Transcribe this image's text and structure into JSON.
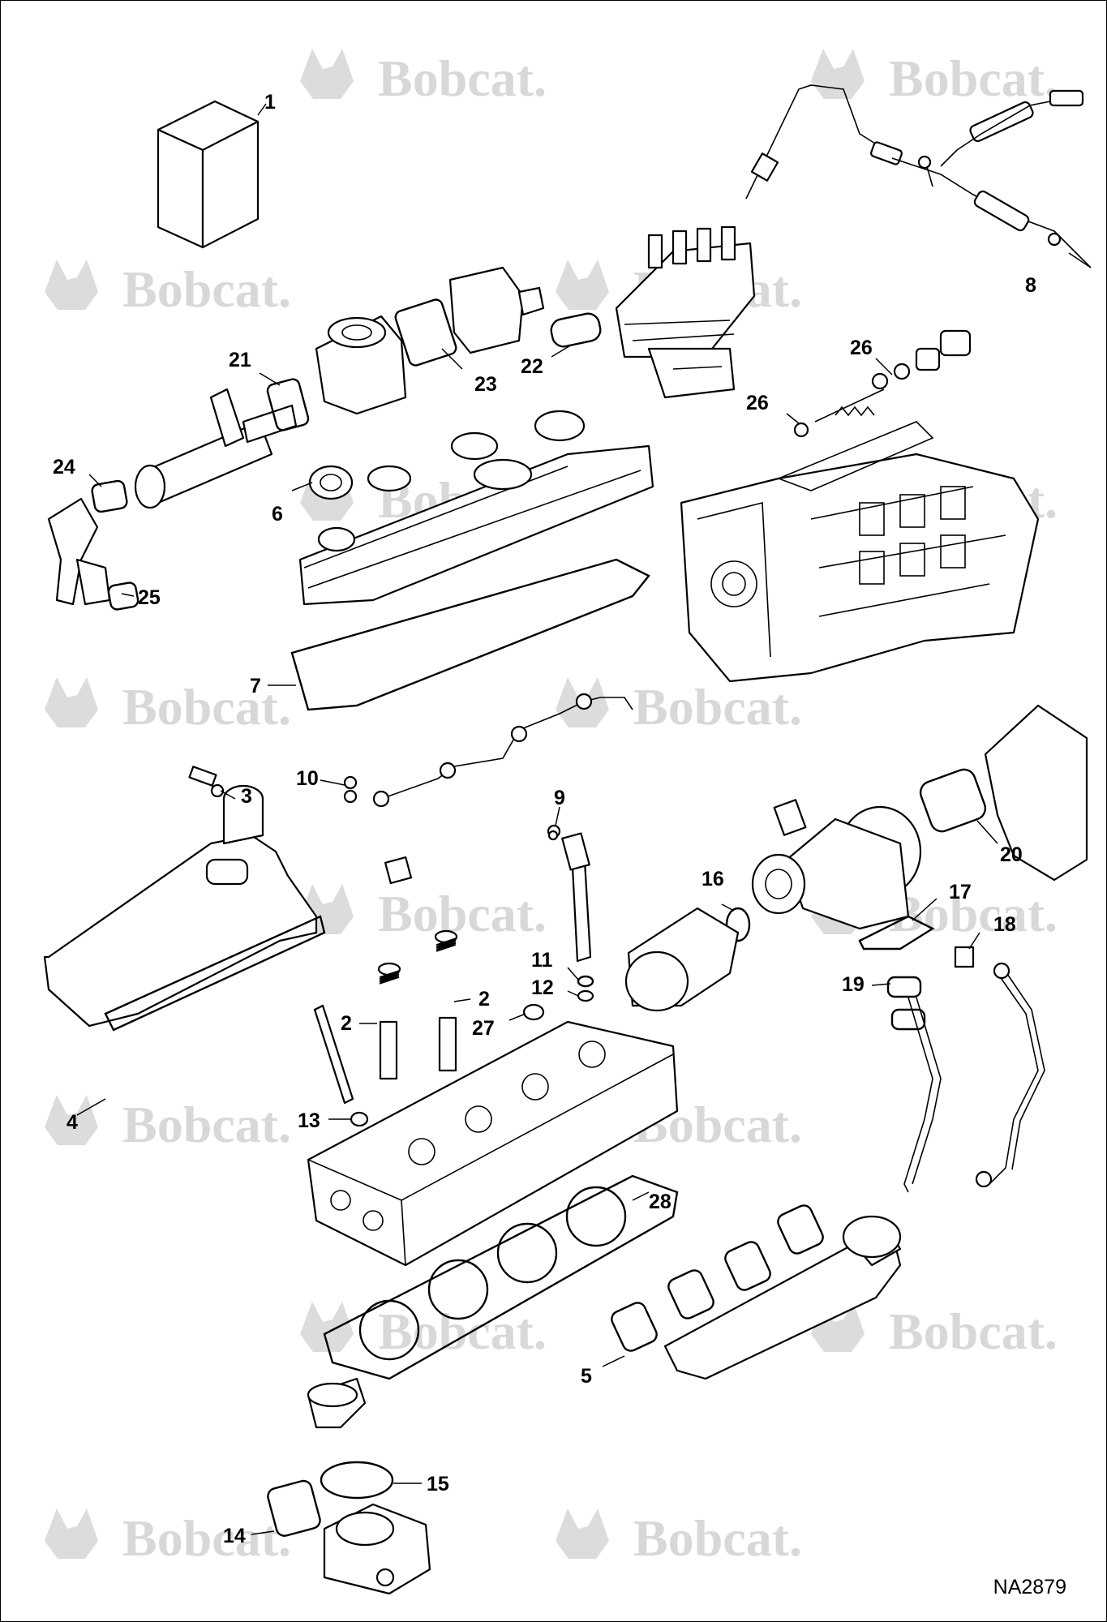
{
  "watermark": {
    "brand": "Bobcat",
    "registered": "®"
  },
  "drawing_code": "NA2879",
  "callouts": [
    {
      "id": "1",
      "label": "1"
    },
    {
      "id": "2a",
      "label": "2"
    },
    {
      "id": "2b",
      "label": "2"
    },
    {
      "id": "3",
      "label": "3"
    },
    {
      "id": "4",
      "label": "4"
    },
    {
      "id": "5",
      "label": "5"
    },
    {
      "id": "6",
      "label": "6"
    },
    {
      "id": "7",
      "label": "7"
    },
    {
      "id": "8",
      "label": "8"
    },
    {
      "id": "9",
      "label": "9"
    },
    {
      "id": "10",
      "label": "10"
    },
    {
      "id": "11",
      "label": "11"
    },
    {
      "id": "12",
      "label": "12"
    },
    {
      "id": "13",
      "label": "13"
    },
    {
      "id": "14",
      "label": "14"
    },
    {
      "id": "15",
      "label": "15"
    },
    {
      "id": "16",
      "label": "16"
    },
    {
      "id": "17",
      "label": "17"
    },
    {
      "id": "18",
      "label": "18"
    },
    {
      "id": "19",
      "label": "19"
    },
    {
      "id": "20",
      "label": "20"
    },
    {
      "id": "21",
      "label": "21"
    },
    {
      "id": "22",
      "label": "22"
    },
    {
      "id": "23",
      "label": "23"
    },
    {
      "id": "24",
      "label": "24"
    },
    {
      "id": "25",
      "label": "25"
    },
    {
      "id": "26a",
      "label": "26"
    },
    {
      "id": "26b",
      "label": "26"
    },
    {
      "id": "27",
      "label": "27"
    },
    {
      "id": "28",
      "label": "28"
    }
  ]
}
